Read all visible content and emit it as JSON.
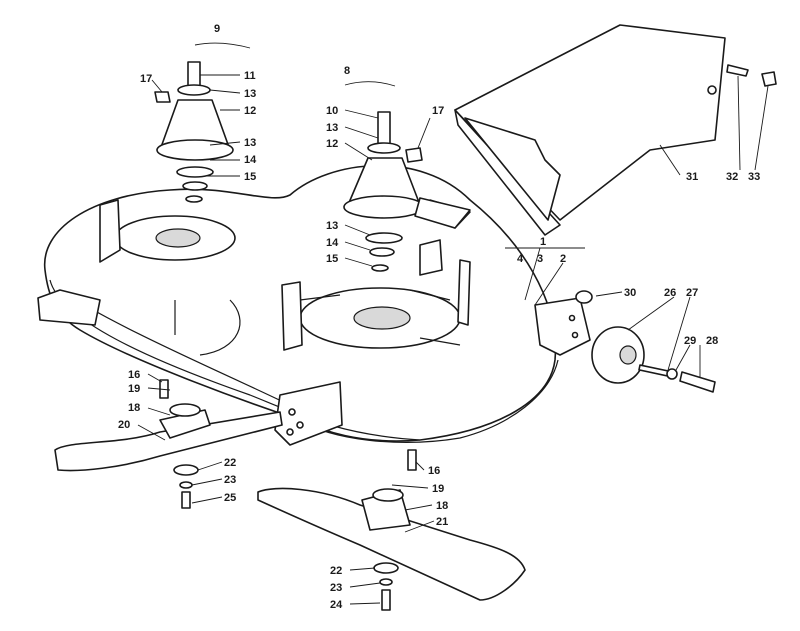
{
  "diagram": {
    "callouts": [
      {
        "id": "c9",
        "text": "9"
      },
      {
        "id": "c8",
        "text": "8"
      },
      {
        "id": "c17a",
        "text": "17"
      },
      {
        "id": "c11",
        "text": "11"
      },
      {
        "id": "c13a",
        "text": "13"
      },
      {
        "id": "c12a",
        "text": "12"
      },
      {
        "id": "c13b",
        "text": "13"
      },
      {
        "id": "c14a",
        "text": "14"
      },
      {
        "id": "c15a",
        "text": "15"
      },
      {
        "id": "c10",
        "text": "10"
      },
      {
        "id": "c17b",
        "text": "17"
      },
      {
        "id": "c13c",
        "text": "13"
      },
      {
        "id": "c12b",
        "text": "12"
      },
      {
        "id": "c13d",
        "text": "13"
      },
      {
        "id": "c14b",
        "text": "14"
      },
      {
        "id": "c15b",
        "text": "15"
      },
      {
        "id": "c1",
        "text": "1"
      },
      {
        "id": "c4",
        "text": "4"
      },
      {
        "id": "c3",
        "text": "3"
      },
      {
        "id": "c2",
        "text": "2"
      },
      {
        "id": "c30",
        "text": "30"
      },
      {
        "id": "c26",
        "text": "26"
      },
      {
        "id": "c27",
        "text": "27"
      },
      {
        "id": "c29",
        "text": "29"
      },
      {
        "id": "c28",
        "text": "28"
      },
      {
        "id": "c31",
        "text": "31"
      },
      {
        "id": "c32",
        "text": "32"
      },
      {
        "id": "c33",
        "text": "33"
      },
      {
        "id": "c16a",
        "text": "16"
      },
      {
        "id": "c19a",
        "text": "19"
      },
      {
        "id": "c18a",
        "text": "18"
      },
      {
        "id": "c20",
        "text": "20"
      },
      {
        "id": "c22a",
        "text": "22"
      },
      {
        "id": "c23a",
        "text": "23"
      },
      {
        "id": "c25",
        "text": "25"
      },
      {
        "id": "c16b",
        "text": "16"
      },
      {
        "id": "c19b",
        "text": "19"
      },
      {
        "id": "c18b",
        "text": "18"
      },
      {
        "id": "c21",
        "text": "21"
      },
      {
        "id": "c22b",
        "text": "22"
      },
      {
        "id": "c23b",
        "text": "23"
      },
      {
        "id": "c24",
        "text": "24"
      }
    ]
  }
}
